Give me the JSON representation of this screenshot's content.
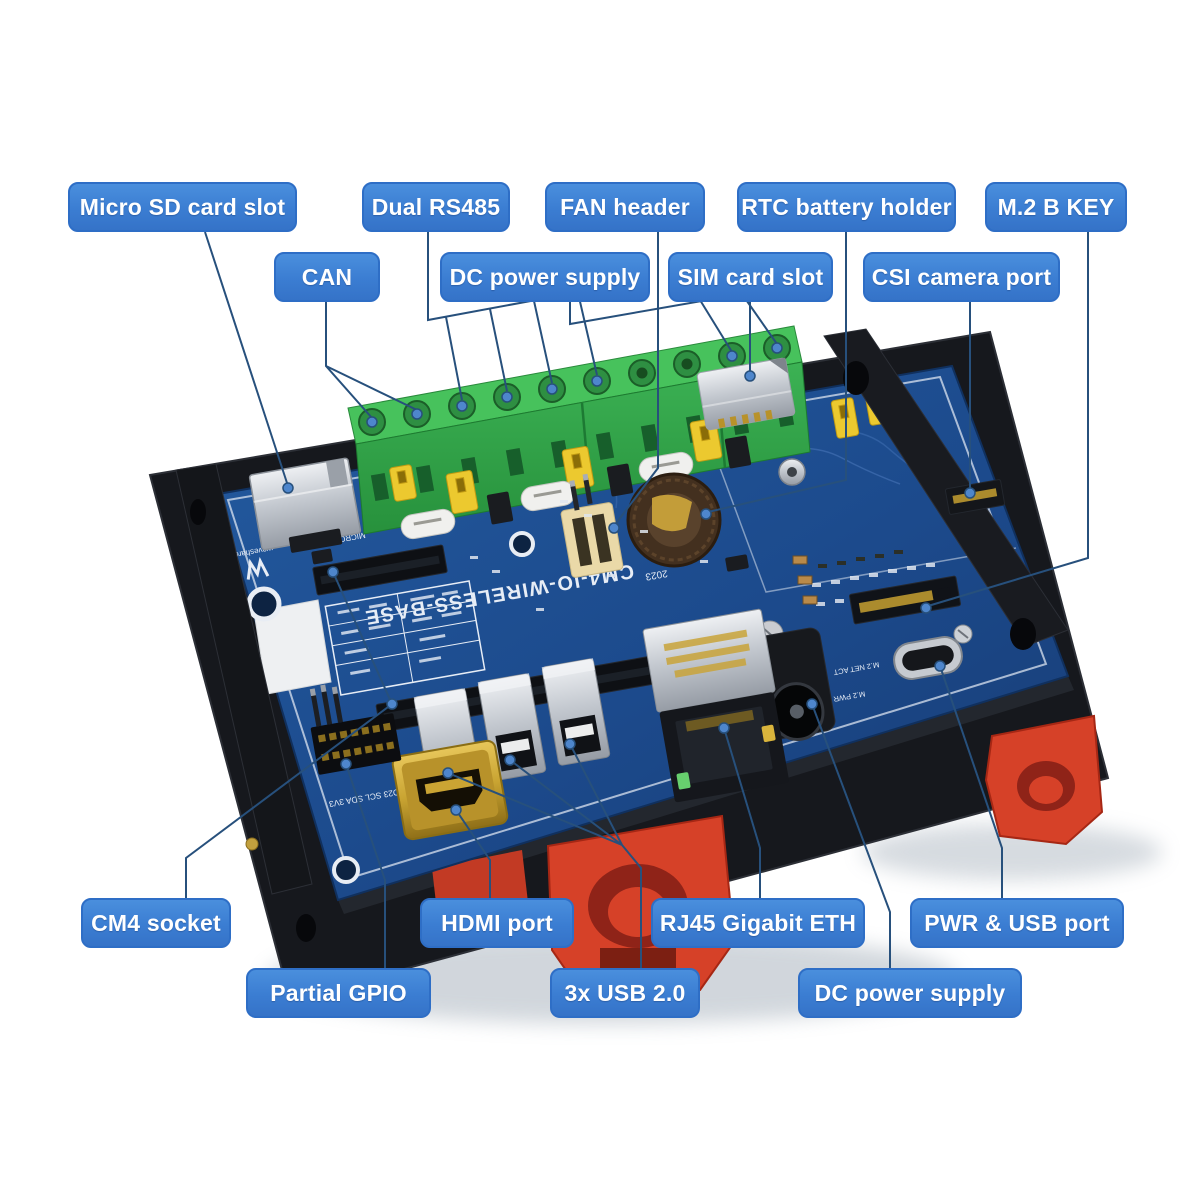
{
  "image_type": "annotated hardware product diagram",
  "labels": {
    "micro_sd_card_slot": "Micro SD card slot",
    "dual_rs485": "Dual RS485",
    "fan_header": "FAN header",
    "rtc_battery_holder": "RTC battery holder",
    "m2_b_key": "M.2 B KEY",
    "can": "CAN",
    "dc_power_supply_top": "DC power supply",
    "sim_card_slot": "SIM card slot",
    "csi_camera_port": "CSI camera port",
    "cm4_socket": "CM4 socket",
    "hdmi_port": "HDMI port",
    "rj45_gigabit_eth": "RJ45 Gigabit ETH",
    "pwr_usb_port": "PWR & USB port",
    "partial_gpio": "Partial GPIO",
    "usb_3x": "3x USB 2.0",
    "dc_power_supply_bottom": "DC power supply"
  },
  "board": {
    "silkscreen": {
      "board_name": "CM4-IO-WIRELESS-BASE",
      "brand": "waveshare",
      "micro_sd": "MICRO SD CARD",
      "gpio": "IO23 SCL SDA 3V3",
      "m2_net": "M.2 NET ACT",
      "m2_pwr": "M.2 PWR",
      "battery_year": "2023"
    },
    "colors": {
      "pcb_blue": "#1e4d93",
      "frame_black": "#16181d",
      "din_clip_red": "#d64128",
      "terminal_green": "#2f9e44",
      "jumper_yellow": "#ecc92f",
      "hdmi_gold": "#c9a432",
      "metal_silver": "#c7cbd1",
      "label_background": "#3e82d6",
      "leader_line": "#27507c"
    }
  }
}
